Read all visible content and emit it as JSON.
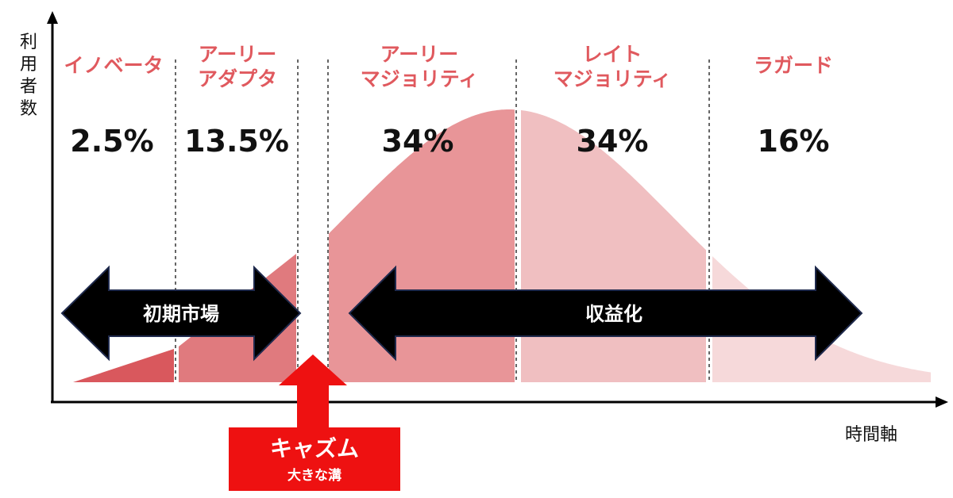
{
  "axes": {
    "y_label": "利用者数",
    "x_label": "時間軸"
  },
  "segments": [
    {
      "name_lines": [
        "イノベータ"
      ],
      "share": "2.5%",
      "fill": "#d9585d"
    },
    {
      "name_lines": [
        "アーリー",
        "アダプタ"
      ],
      "share": "13.5%",
      "fill": "#e07a7e"
    },
    {
      "name_lines": [
        "アーリー",
        "マジョリティ"
      ],
      "share": "34%",
      "fill": "#e89598"
    },
    {
      "name_lines": [
        "レイト",
        "マジョリティ"
      ],
      "share": "34%",
      "fill": "#f0bfc1"
    },
    {
      "name_lines": [
        "ラガード"
      ],
      "share": "16%",
      "fill": "#f6d9da"
    }
  ],
  "arrows": {
    "early_market": "初期市場",
    "monetization": "収益化"
  },
  "chasm": {
    "title": "キャズム",
    "subtitle": "大きな溝"
  },
  "colors": {
    "segment_label": "#e0595e",
    "chasm_red": "#ee1111",
    "arrow_fill": "#000000",
    "arrow_stroke": "#1f2a4d"
  }
}
